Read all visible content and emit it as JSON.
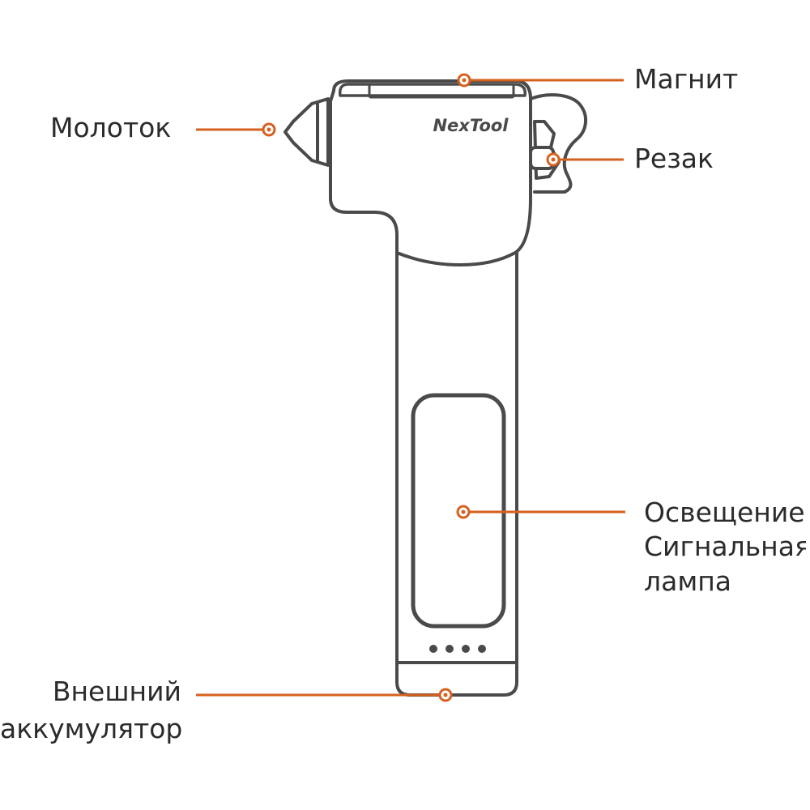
{
  "colors": {
    "outline": "#4a4a4a",
    "accent": "#d5611f",
    "body_fill": "#ffffff",
    "text": "#2b2b2b"
  },
  "brand": {
    "text": "NexTool"
  },
  "indicator": {
    "dot_count": 4
  },
  "callouts": {
    "hammer": {
      "label": "Молоток"
    },
    "magnet": {
      "label": "Магнит"
    },
    "cutter": {
      "label": "Резак"
    },
    "light": {
      "lines": [
        "Освещение",
        "Сигнальная",
        "лампа"
      ]
    },
    "battery": {
      "lines": [
        "Внешний",
        "аккумулятор"
      ]
    }
  }
}
